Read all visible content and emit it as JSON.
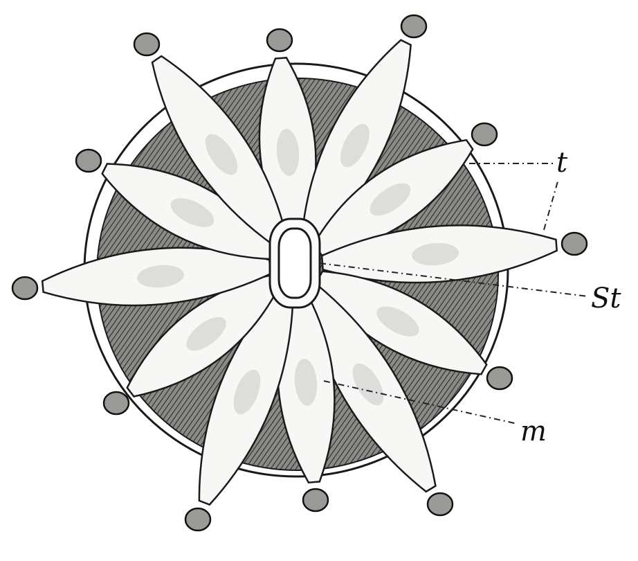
{
  "labels": {
    "t": "t",
    "st": "St",
    "m": "m"
  },
  "colors": {
    "ink": "#1a1a1a",
    "body_fill": "#6e6e6a",
    "arm_fill": "#f7f7f5",
    "shade": "#c9c9c4"
  },
  "arm_count": 12
}
